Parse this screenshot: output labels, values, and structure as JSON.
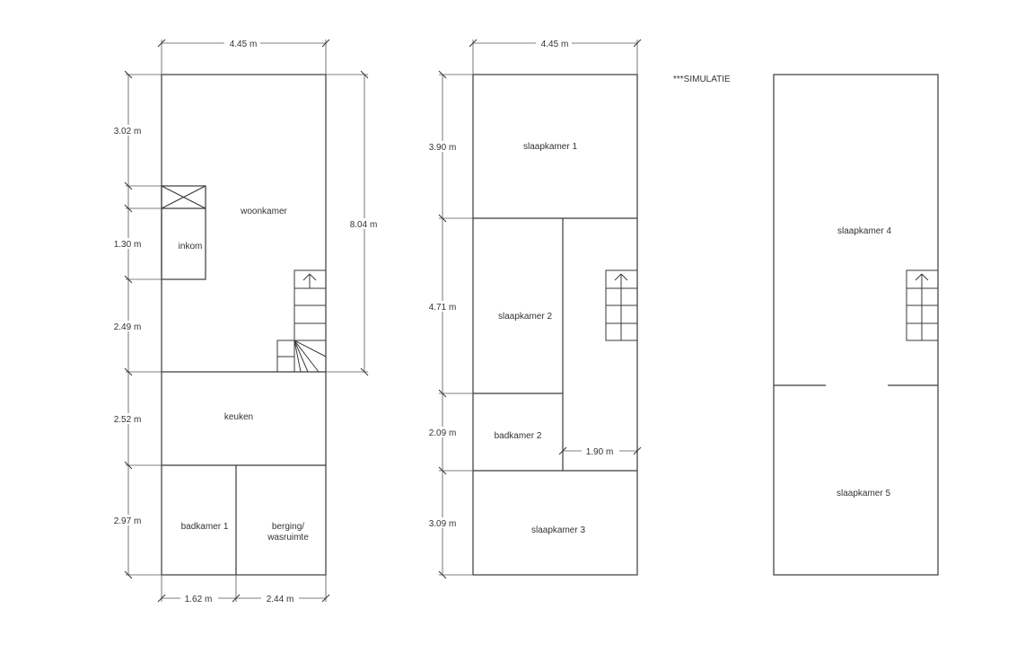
{
  "note": "***SIMULATIE",
  "floor1": {
    "dims": {
      "width_top": "4.45 m",
      "h1": "3.02 m",
      "h2": "1.30 m",
      "h3": "2.49 m",
      "h4": "2.52 m",
      "h5": "2.97 m",
      "total_right": "8.04 m",
      "bottom_left": "1.62 m",
      "bottom_right": "2.44 m"
    },
    "rooms": {
      "woonkamer": "woonkamer",
      "inkom": "inkom",
      "keuken": "keuken",
      "badkamer1": "badkamer 1",
      "berging_line1": "berging/",
      "berging_line2": "wasruimte"
    }
  },
  "floor2": {
    "dims": {
      "width_top": "4.45 m",
      "h1": "3.90 m",
      "h2": "4.71 m",
      "h3": "2.09 m",
      "h4": "3.09 m",
      "inner": "1.90 m"
    },
    "rooms": {
      "slaapkamer1": "slaapkamer 1",
      "slaapkamer2": "slaapkamer 2",
      "badkamer2": "badkamer 2",
      "slaapkamer3": "slaapkamer 3"
    }
  },
  "floor3": {
    "rooms": {
      "slaapkamer4": "slaapkamer 4",
      "slaapkamer5": "slaapkamer 5"
    }
  }
}
